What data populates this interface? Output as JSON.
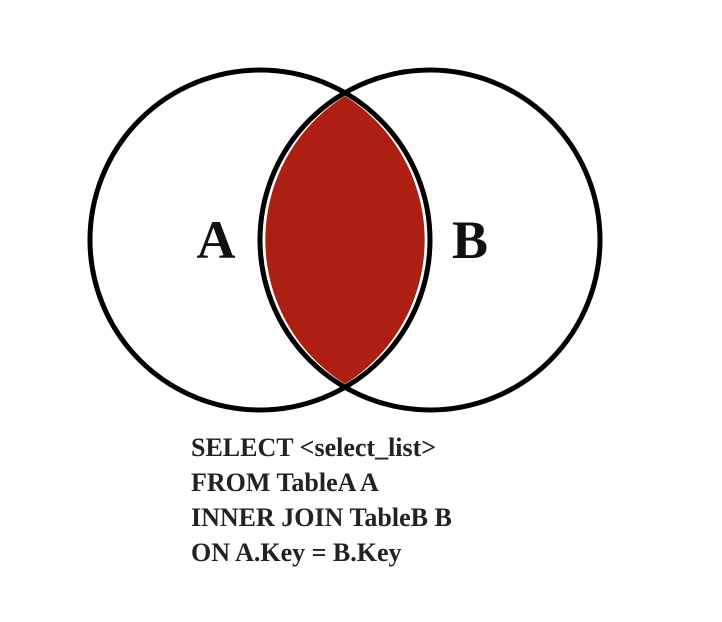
{
  "diagram": {
    "set_a_label": "A",
    "set_b_label": "B",
    "intersection_fill": "#ad1f12",
    "outline_color": "#000000",
    "label_color": "#111111"
  },
  "sql": {
    "lines": [
      "SELECT <select_list>",
      "FROM TableA A",
      "INNER JOIN TableB B",
      "ON A.Key = B.Key"
    ]
  }
}
